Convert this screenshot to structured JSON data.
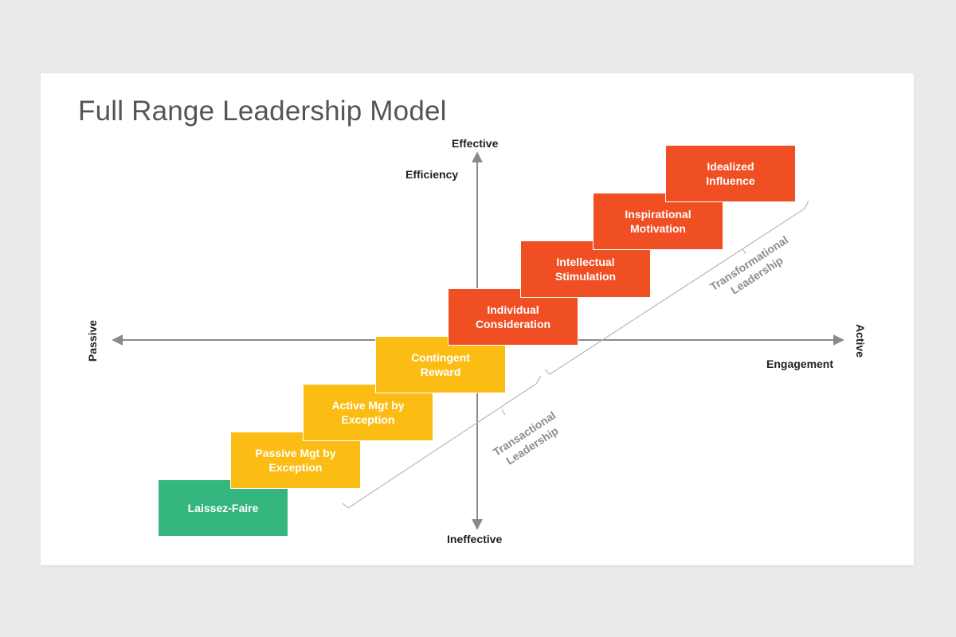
{
  "title": "Full Range Leadership Model",
  "axes": {
    "top": "Effective",
    "bottom": "Ineffective",
    "left": "Passive",
    "right": "Active",
    "y_label": "Efficiency",
    "x_label": "Engagement"
  },
  "boxes": [
    {
      "line1": "Laissez-Faire",
      "line2": "",
      "color": "green"
    },
    {
      "line1": "Passive Mgt by",
      "line2": "Exception",
      "color": "yellow"
    },
    {
      "line1": "Active Mgt by",
      "line2": "Exception",
      "color": "yellow"
    },
    {
      "line1": "Contingent",
      "line2": "Reward",
      "color": "yellow"
    },
    {
      "line1": "Individual",
      "line2": "Consideration",
      "color": "red"
    },
    {
      "line1": "Intellectual",
      "line2": "Stimulation",
      "color": "red"
    },
    {
      "line1": "Inspirational",
      "line2": "Motivation",
      "color": "red"
    },
    {
      "line1": "Idealized",
      "line2": "Influence",
      "color": "red"
    }
  ],
  "bands": [
    {
      "line1": "Transactional",
      "line2": "Leadership"
    },
    {
      "line1": "Transformational",
      "line2": "Leadership"
    }
  ],
  "colors": {
    "green": "#35b67e",
    "yellow": "#fbbd14",
    "red": "#f04e23",
    "axis": "#8a8a8a",
    "title": "#555555"
  }
}
